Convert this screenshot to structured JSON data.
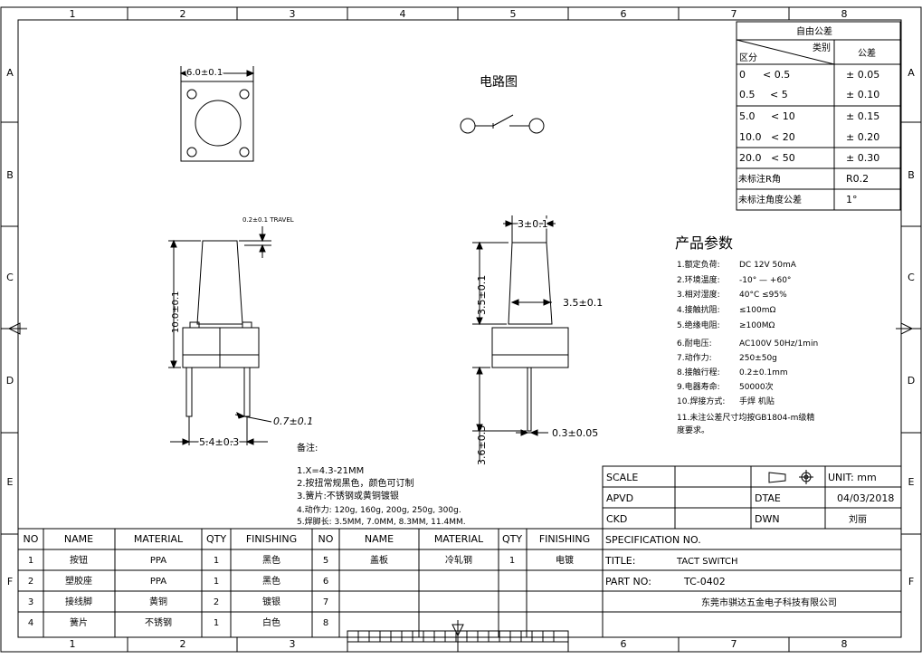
{
  "zone_columns": [
    "1",
    "2",
    "3",
    "4",
    "5",
    "6",
    "7",
    "8"
  ],
  "zone_rows": [
    "A",
    "B",
    "C",
    "D",
    "E",
    "F"
  ],
  "circuit": {
    "title": "电路图"
  },
  "dims": {
    "top_width": "6.0±0.1",
    "travel": "0.2±0.1 TRAVEL",
    "height": "10.0±0.1",
    "pin_thk": "0.7±0.1",
    "pin_pitch": "5.4±0.3",
    "cap_width": "3±0.1",
    "cap_height": "3.5±0.1",
    "cap_depth": "3.5±0.1",
    "leg_len": "3.6±0.3",
    "leg_thk": "0.3±0.05"
  },
  "tolerance_table": {
    "title": "自由公差",
    "col_type": "类别",
    "col_range": "区分",
    "col_tol": "公差",
    "rows": [
      {
        "a": "0",
        "b": "< 0.5",
        "tol": "± 0.05"
      },
      {
        "a": "0.5",
        "b": "< 5",
        "tol": "± 0.10"
      },
      {
        "a": "5.0",
        "b": "< 10",
        "tol": "± 0.15"
      },
      {
        "a": "10.0",
        "b": "< 20",
        "tol": "± 0.20"
      },
      {
        "a": "20.0",
        "b": "< 50",
        "tol": "± 0.30"
      }
    ],
    "radius_label": "未标注R角",
    "radius_val": "R0.2",
    "angle_label": "未标注角度公差",
    "angle_val": "1°"
  },
  "params": {
    "title": "产品参数",
    "items": [
      {
        "k": "1.额定负荷:",
        "v": "DC 12V 50mA"
      },
      {
        "k": "2.环境温度:",
        "v": "-10° — +60°"
      },
      {
        "k": "3.相对湿度:",
        "v": "40°C  ≤95%"
      },
      {
        "k": "4.接触抗阻:",
        "v": "≤100mΩ"
      },
      {
        "k": "5.绝缘电阻:",
        "v": "≥100MΩ"
      },
      {
        "k": "6.耐电压:",
        "v": "AC100V 50Hz/1min"
      },
      {
        "k": "7.动作力:",
        "v": "250±50g"
      },
      {
        "k": "8.接触行程:",
        "v": "0.2±0.1mm"
      },
      {
        "k": "9.电器寿命:",
        "v": "50000次"
      },
      {
        "k": "10.焊接方式:",
        "v": "手焊 机贴"
      }
    ],
    "note_line1": "11.未注公差尺寸均按GB1804-m级精",
    "note_line2": "度要求。"
  },
  "notes": {
    "title": "备注:",
    "lines": [
      "1.X=4.3-21MM",
      "2.按扭常规黑色，颜色可订制",
      "3.簧片:不锈钢或黄铜镀银",
      "4.动作力: 120g, 160g, 200g, 250g, 300g.",
      "5.焊脚长: 3.5MM, 7.0MM, 8.3MM, 11.4MM."
    ]
  },
  "title_block": {
    "scale": "SCALE",
    "unit": "UNIT: mm",
    "apvd": "APVD",
    "dtae": "DTAE",
    "date": "04/03/2018",
    "ckd": "CKD",
    "dwn": "DWN",
    "drawer": "刘丽",
    "spec": "SPECIFICATION NO.",
    "title_label": "TITLE:",
    "title_value": "TACT SWITCH",
    "part_label": "PART NO:",
    "part_value": "TC-0402",
    "company": "东莞市骐达五金电子科技有限公司"
  },
  "bom": {
    "headers": [
      "NO",
      "NAME",
      "MATERIAL",
      "QTY",
      "FINISHING",
      "NO",
      "NAME",
      "MATERIAL",
      "QTY",
      "FINISHING"
    ],
    "rows": [
      [
        "1",
        "按钮",
        "PPA",
        "1",
        "黑色",
        "5",
        "盖板",
        "冷轧钢",
        "1",
        "电镀"
      ],
      [
        "2",
        "塑胶座",
        "PPA",
        "1",
        "黑色",
        "6",
        "",
        "",
        "",
        ""
      ],
      [
        "3",
        "接线脚",
        "黄铜",
        "2",
        "镀银",
        "7",
        "",
        "",
        "",
        ""
      ],
      [
        "4",
        "簧片",
        "不锈钢",
        "1",
        "白色",
        "8",
        "",
        "",
        "",
        ""
      ]
    ]
  }
}
